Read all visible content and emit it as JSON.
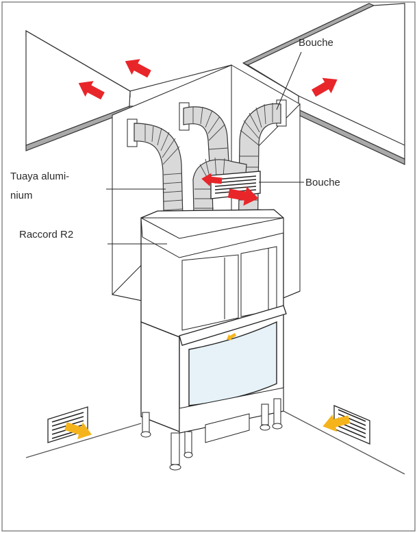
{
  "labels": {
    "bouche_top": "Bouche",
    "bouche_right": "Bouche",
    "tuaya_line1": "Tuaya alumi-",
    "tuaya_line2": "nium",
    "raccord": "Raccord  R2"
  },
  "colors": {
    "hot_air_arrow": "#e8262a",
    "cold_air_arrow": "#f5b41c",
    "ceiling_beam": "#a9a9a9",
    "glass": "#e6f2f8"
  }
}
